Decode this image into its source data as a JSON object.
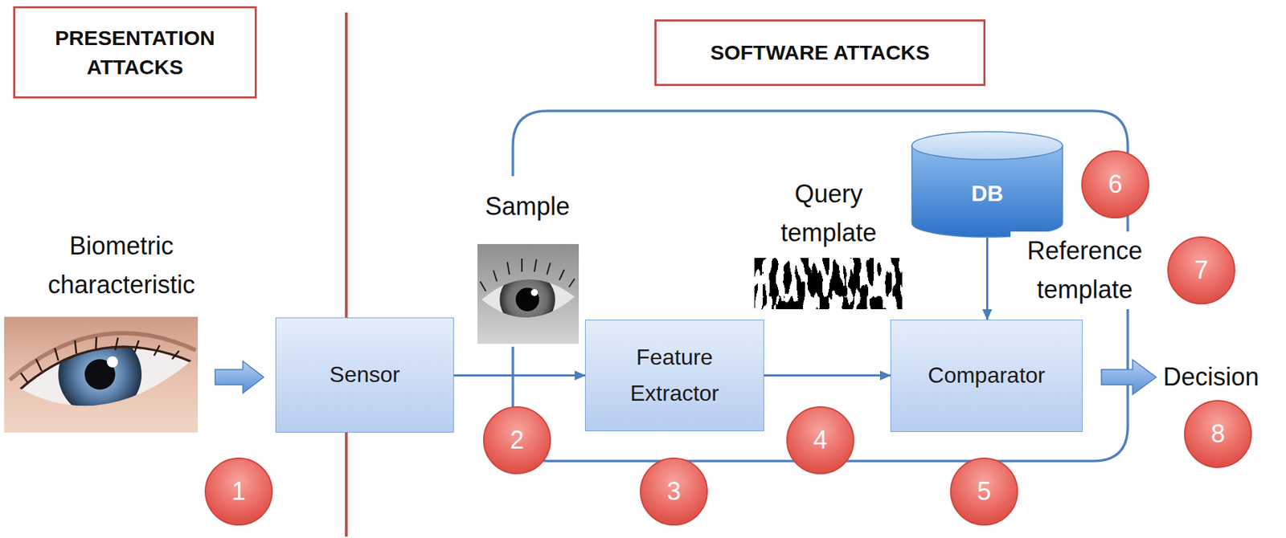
{
  "diagram": {
    "nodes": [
      {
        "text": [
          "PRESENTATION ATTACKS"
        ]
      },
      {
        "text": [
          "SOFTWARE ATTACKS"
        ]
      },
      {
        "text": [
          "Sensor"
        ]
      },
      {
        "text": [
          "Feature Extractor"
        ]
      },
      {
        "text": [
          "DB"
        ]
      },
      {
        "text": [
          "Comparator"
        ]
      },
      {
        "text": [
          "1"
        ]
      },
      {
        "text": [
          "2"
        ]
      },
      {
        "text": [
          "3"
        ]
      },
      {
        "text": [
          "4"
        ]
      },
      {
        "text": [
          "5"
        ]
      },
      {
        "text": [
          "6"
        ]
      },
      {
        "text": [
          "7"
        ]
      },
      {
        "text": [
          "8"
        ]
      }
    ],
    "edges": [
      {
        "from": 2,
        "to": 3,
        "arrow": "to"
      },
      {
        "from": 3,
        "to": 5,
        "arrow": "to"
      },
      {
        "from": 4,
        "to": 5,
        "arrow": "to"
      }
    ],
    "labels": [
      "Biometric characteristic",
      "Sample",
      "Query template",
      "Reference template",
      "Decision"
    ]
  }
}
